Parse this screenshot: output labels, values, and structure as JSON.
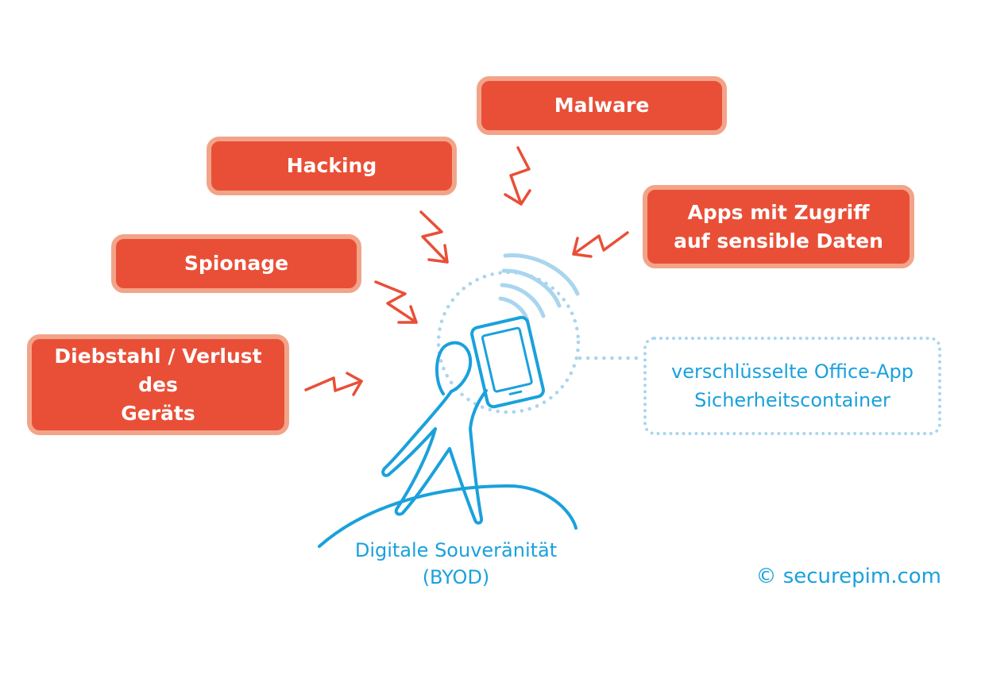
{
  "threats": {
    "malware": "Malware",
    "hacking": "Hacking",
    "apps_line1": "Apps mit Zugriff",
    "apps_line2": "auf sensible Daten",
    "spionage": "Spionage",
    "diebstahl_line1": "Diebstahl / Verlust des",
    "diebstahl_line2": "Geräts"
  },
  "container": {
    "line1": "verschlüsselte Office-App",
    "line2": "Sicherheitscontainer"
  },
  "caption": {
    "line1": "Digitale Souveränität",
    "line2": "(BYOD)"
  },
  "copyright": "© securepim.com",
  "colors": {
    "threat_fill": "#e94f37",
    "threat_border": "#f2a489",
    "line_blue": "#1aa1dc",
    "light_blue": "#a9d5ee"
  }
}
